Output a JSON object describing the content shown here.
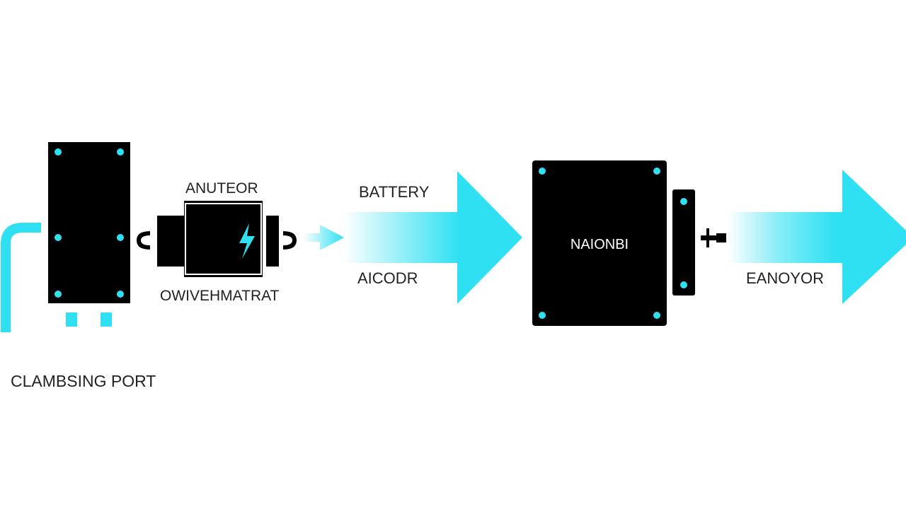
{
  "colors": {
    "background": "#ffffff",
    "accent": "#2ee0f2",
    "block": "#000000",
    "text": "#222222"
  },
  "labels": {
    "charging_port": "CLAMBSING PORT",
    "converter_top": "ANUTEOR",
    "converter_bottom": "OWIVEHMATRAT",
    "arrow1_top": "BATTERY",
    "arrow1_bottom": "AICODR",
    "middle_unit": "NAIONBI",
    "arrow2_bottom": "EANOYOR"
  },
  "icons": {
    "converter_symbol": "lightning-bolt-icon"
  }
}
